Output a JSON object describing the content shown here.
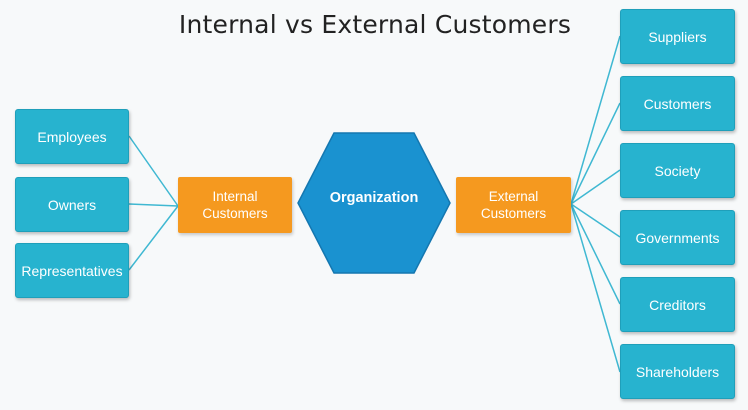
{
  "title": "Internal vs External Customers",
  "center": {
    "label": "Organization"
  },
  "internal": {
    "label_line1": "Internal",
    "label_line2": "Customers"
  },
  "external": {
    "label_line1": "External",
    "label_line2": "Customers"
  },
  "left_items": [
    "Employees",
    "Owners",
    "Representatives"
  ],
  "right_items": [
    "Suppliers",
    "Customers",
    "Society",
    "Governments",
    "Creditors",
    "Shareholders"
  ],
  "colors": {
    "teal": "#27b3cf",
    "orange": "#f5991f",
    "hex": "#1a92d0",
    "line": "#3fb8d2"
  }
}
